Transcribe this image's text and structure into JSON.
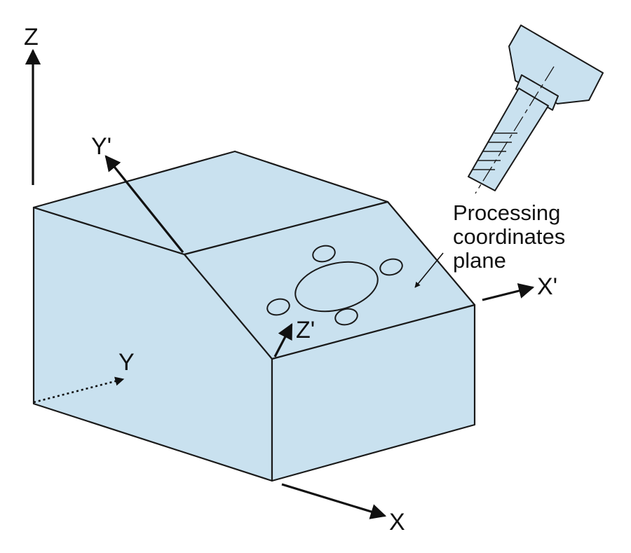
{
  "colors": {
    "block_fill": "#c9e1ef",
    "stroke": "#1a1a1a",
    "background": "#ffffff"
  },
  "axes": {
    "world_z": "Z",
    "world_y": "Y",
    "world_x": "X",
    "tilted_y": "Y'",
    "tilted_x": "X'",
    "tilted_z": "Z'"
  },
  "annotation": {
    "lines": [
      "Processing",
      "coordinates",
      "plane"
    ]
  },
  "icons": [
    "block-shape",
    "spindle-tool-icon",
    "hole-pattern"
  ]
}
